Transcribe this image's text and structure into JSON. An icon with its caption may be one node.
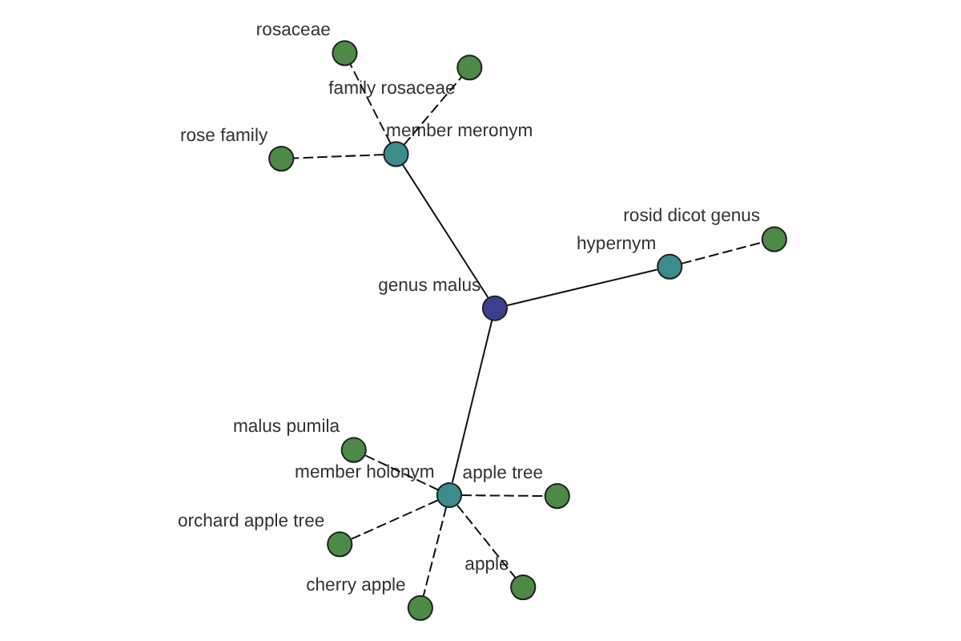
{
  "diagram": {
    "nodes": [
      {
        "text": [
          "rose family"
        ]
      },
      {
        "text": [
          "family rosaceae"
        ]
      },
      {
        "text": [
          "member meronym"
        ]
      },
      {
        "text": [
          "rosaceae"
        ]
      },
      {
        "text": [
          "apple tree"
        ]
      },
      {
        "text": [
          "genus malus"
        ]
      },
      {
        "text": [
          "cherry apple"
        ]
      },
      {
        "text": [
          "member holonym"
        ]
      },
      {
        "text": [
          "orchard apple tree"
        ]
      },
      {
        "text": [
          "hypernym"
        ]
      },
      {
        "text": [
          "apple"
        ]
      },
      {
        "text": [
          "malus pumila"
        ]
      },
      {
        "text": [
          "rosid dicot genus"
        ]
      }
    ],
    "edges": [
      {
        "from": 5,
        "to": 2,
        "arrow": "none"
      },
      {
        "from": 2,
        "to": 0,
        "arrow": "none",
        "style": "dashed"
      },
      {
        "from": 2,
        "to": 1,
        "arrow": "none",
        "style": "dashed"
      },
      {
        "from": 2,
        "to": 3,
        "arrow": "none",
        "style": "dashed"
      },
      {
        "from": 5,
        "to": 7,
        "arrow": "none"
      },
      {
        "from": 7,
        "to": 4,
        "arrow": "none",
        "style": "dashed"
      },
      {
        "from": 7,
        "to": 6,
        "arrow": "none",
        "style": "dashed"
      },
      {
        "from": 7,
        "to": 8,
        "arrow": "none",
        "style": "dashed"
      },
      {
        "from": 7,
        "to": 10,
        "arrow": "none",
        "style": "dashed"
      },
      {
        "from": 7,
        "to": 11,
        "arrow": "none",
        "style": "dashed"
      },
      {
        "from": 5,
        "to": 9,
        "arrow": "none"
      },
      {
        "from": 9,
        "to": 12,
        "arrow": "none",
        "style": "dashed"
      }
    ]
  }
}
